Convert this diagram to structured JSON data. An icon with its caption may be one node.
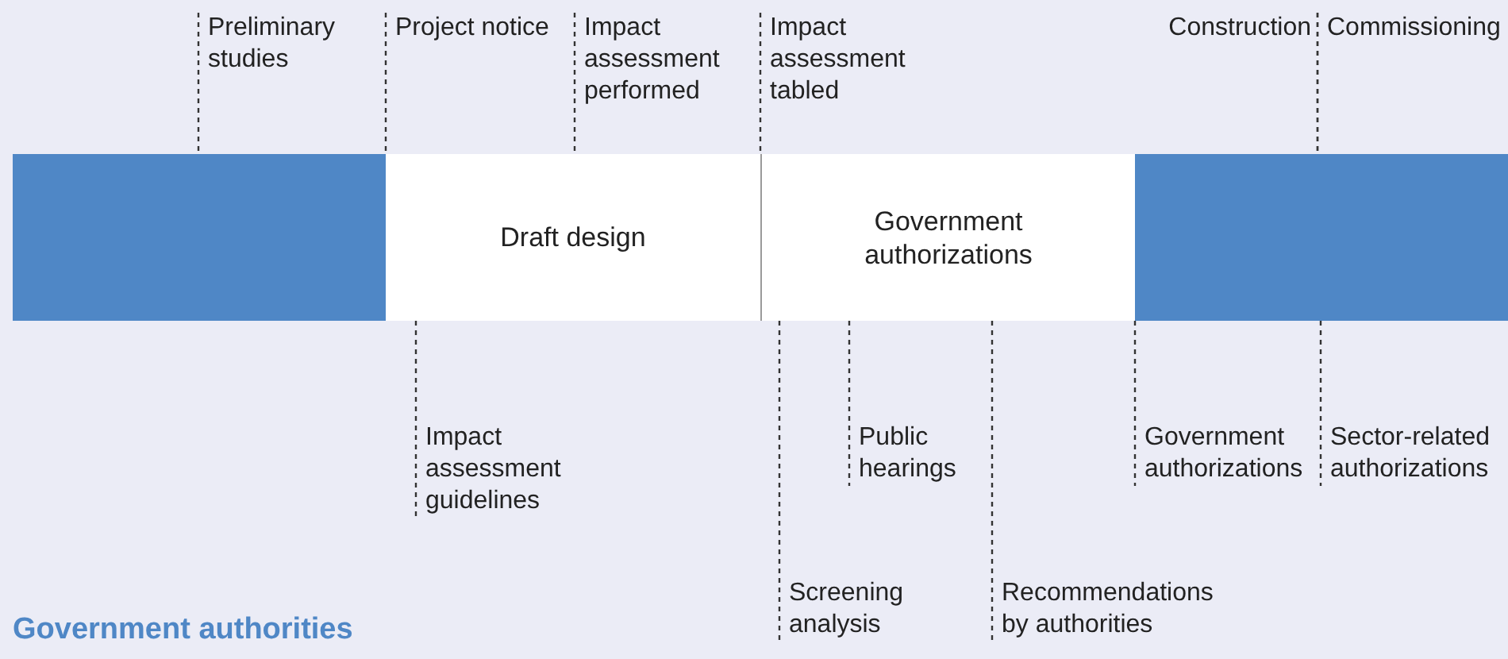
{
  "diagram": {
    "title": "Government authorities",
    "nodes": [
      {
        "text": [],
        "shape": "bar"
      },
      {
        "text": [
          "Draft design"
        ]
      },
      {
        "text": [
          "Government authorizations"
        ]
      },
      {
        "text": [],
        "shape": "bar"
      },
      {
        "text": [
          "Preliminary studies"
        ]
      },
      {
        "text": [
          "Project notice"
        ]
      },
      {
        "text": [
          "Impact assessment performed"
        ]
      },
      {
        "text": [
          "Impact assessment tabled"
        ]
      },
      {
        "text": [
          "Construction"
        ]
      },
      {
        "text": [
          "Commissioning"
        ]
      },
      {
        "text": [
          "Impact assessment guidelines"
        ]
      },
      {
        "text": [
          "Public hearings"
        ]
      },
      {
        "text": [
          "Government authorizations"
        ]
      },
      {
        "text": [
          "Sector-related authorizations"
        ]
      },
      {
        "text": [
          "Screening analysis"
        ]
      },
      {
        "text": [
          "Recommendations by authorities"
        ]
      }
    ],
    "edges": [
      {
        "from": 4,
        "to": 0,
        "arrow": "none",
        "style": "dashed"
      },
      {
        "from": 5,
        "to": 1,
        "arrow": "none",
        "style": "dashed"
      },
      {
        "from": 6,
        "to": 1,
        "arrow": "none",
        "style": "dashed"
      },
      {
        "from": 7,
        "to": 2,
        "arrow": "none",
        "style": "dashed"
      },
      {
        "from": 8,
        "to": 3,
        "arrow": "none",
        "style": "dashed"
      },
      {
        "from": 9,
        "to": 3,
        "arrow": "none",
        "style": "dashed"
      },
      {
        "from": 10,
        "to": 1,
        "arrow": "none",
        "style": "dashed"
      },
      {
        "from": 11,
        "to": 2,
        "arrow": "none",
        "style": "dashed"
      },
      {
        "from": 12,
        "to": 3,
        "arrow": "none",
        "style": "dashed"
      },
      {
        "from": 13,
        "to": 3,
        "arrow": "none",
        "style": "dashed"
      },
      {
        "from": 14,
        "to": 2,
        "arrow": "none",
        "style": "dashed"
      },
      {
        "from": 15,
        "to": 2,
        "arrow": "none",
        "style": "dashed"
      }
    ]
  }
}
